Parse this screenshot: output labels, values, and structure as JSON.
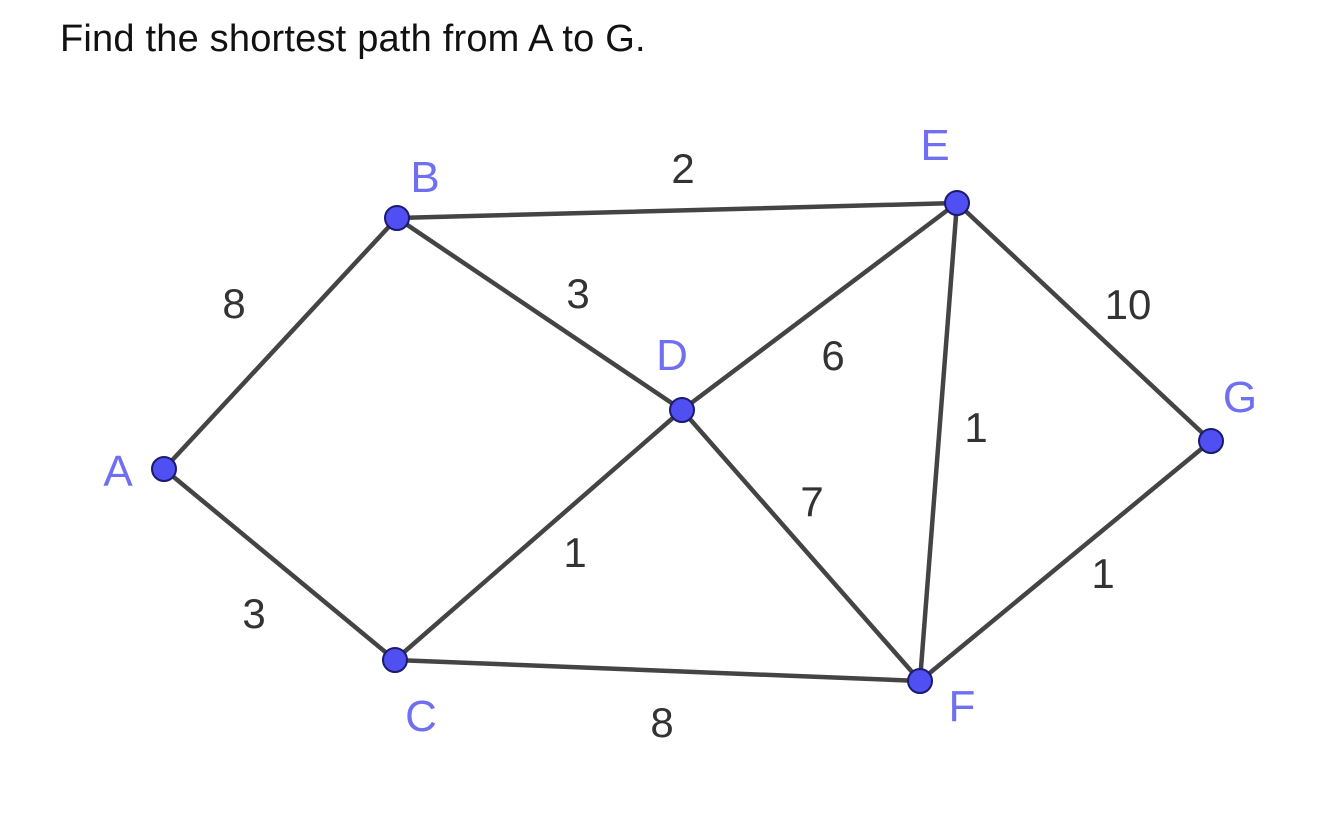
{
  "question": "Find the shortest path from A to G.",
  "colors": {
    "node_fill": "#4f4ff2",
    "node_label": "#6f6ff0",
    "edge": "#444444",
    "weight_text": "#333333"
  },
  "graph": {
    "nodes": [
      {
        "id": "A",
        "label": "A"
      },
      {
        "id": "B",
        "label": "B"
      },
      {
        "id": "C",
        "label": "C"
      },
      {
        "id": "D",
        "label": "D"
      },
      {
        "id": "E",
        "label": "E"
      },
      {
        "id": "F",
        "label": "F"
      },
      {
        "id": "G",
        "label": "G"
      }
    ],
    "edges": [
      {
        "from": "A",
        "to": "B",
        "weight": "8"
      },
      {
        "from": "A",
        "to": "C",
        "weight": "3"
      },
      {
        "from": "B",
        "to": "E",
        "weight": "2"
      },
      {
        "from": "B",
        "to": "D",
        "weight": "3"
      },
      {
        "from": "C",
        "to": "D",
        "weight": "1"
      },
      {
        "from": "C",
        "to": "F",
        "weight": "8"
      },
      {
        "from": "D",
        "to": "E",
        "weight": "6"
      },
      {
        "from": "D",
        "to": "F",
        "weight": "7"
      },
      {
        "from": "E",
        "to": "F",
        "weight": "1"
      },
      {
        "from": "E",
        "to": "G",
        "weight": "10"
      },
      {
        "from": "F",
        "to": "G",
        "weight": "1"
      }
    ]
  }
}
